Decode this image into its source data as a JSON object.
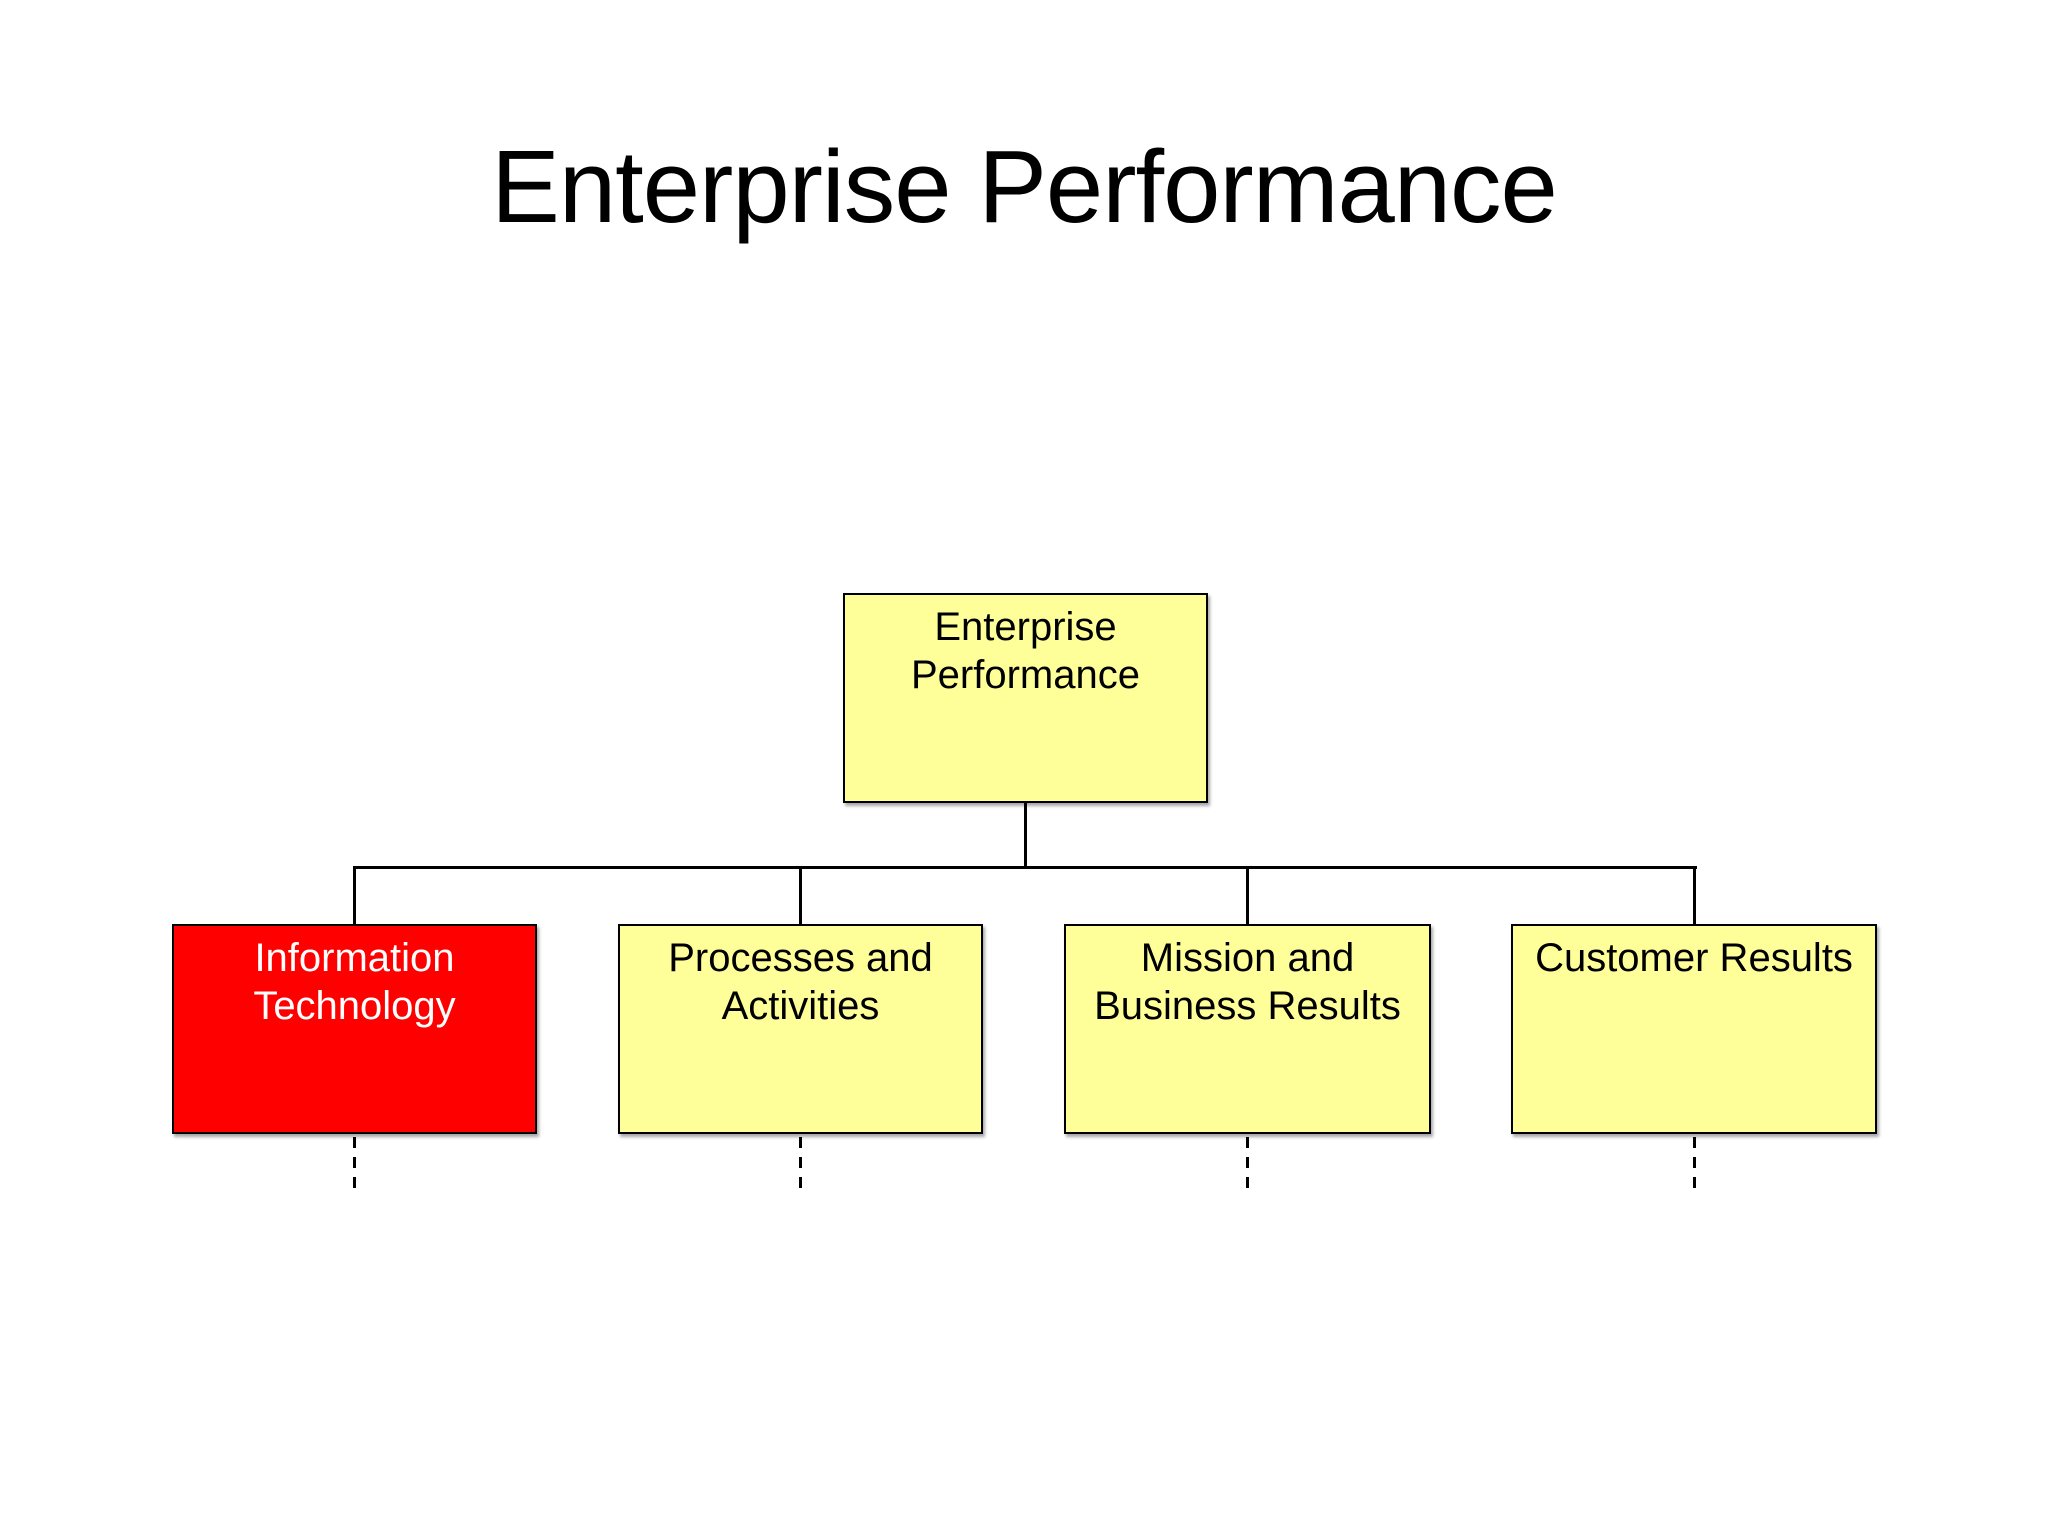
{
  "page": {
    "title": "Enterprise Performance",
    "background": "#ffffff"
  },
  "diagram": {
    "type": "org-chart",
    "root": {
      "label": "Enterprise Performance",
      "fill": "#ffff99",
      "text_color": "#000000"
    },
    "children": [
      {
        "label": "Information Technology",
        "fill": "#fe0000",
        "text_color": "#ffffff",
        "dashed_stub": true
      },
      {
        "label": "Processes and Activities",
        "fill": "#ffff99",
        "text_color": "#000000",
        "dashed_stub": true
      },
      {
        "label": "Mission and Business Results",
        "fill": "#ffff99",
        "text_color": "#000000",
        "dashed_stub": true
      },
      {
        "label": "Customer Results",
        "fill": "#ffff99",
        "text_color": "#000000",
        "dashed_stub": true
      }
    ],
    "colors": {
      "border": "#000000",
      "connector": "#000000"
    }
  }
}
